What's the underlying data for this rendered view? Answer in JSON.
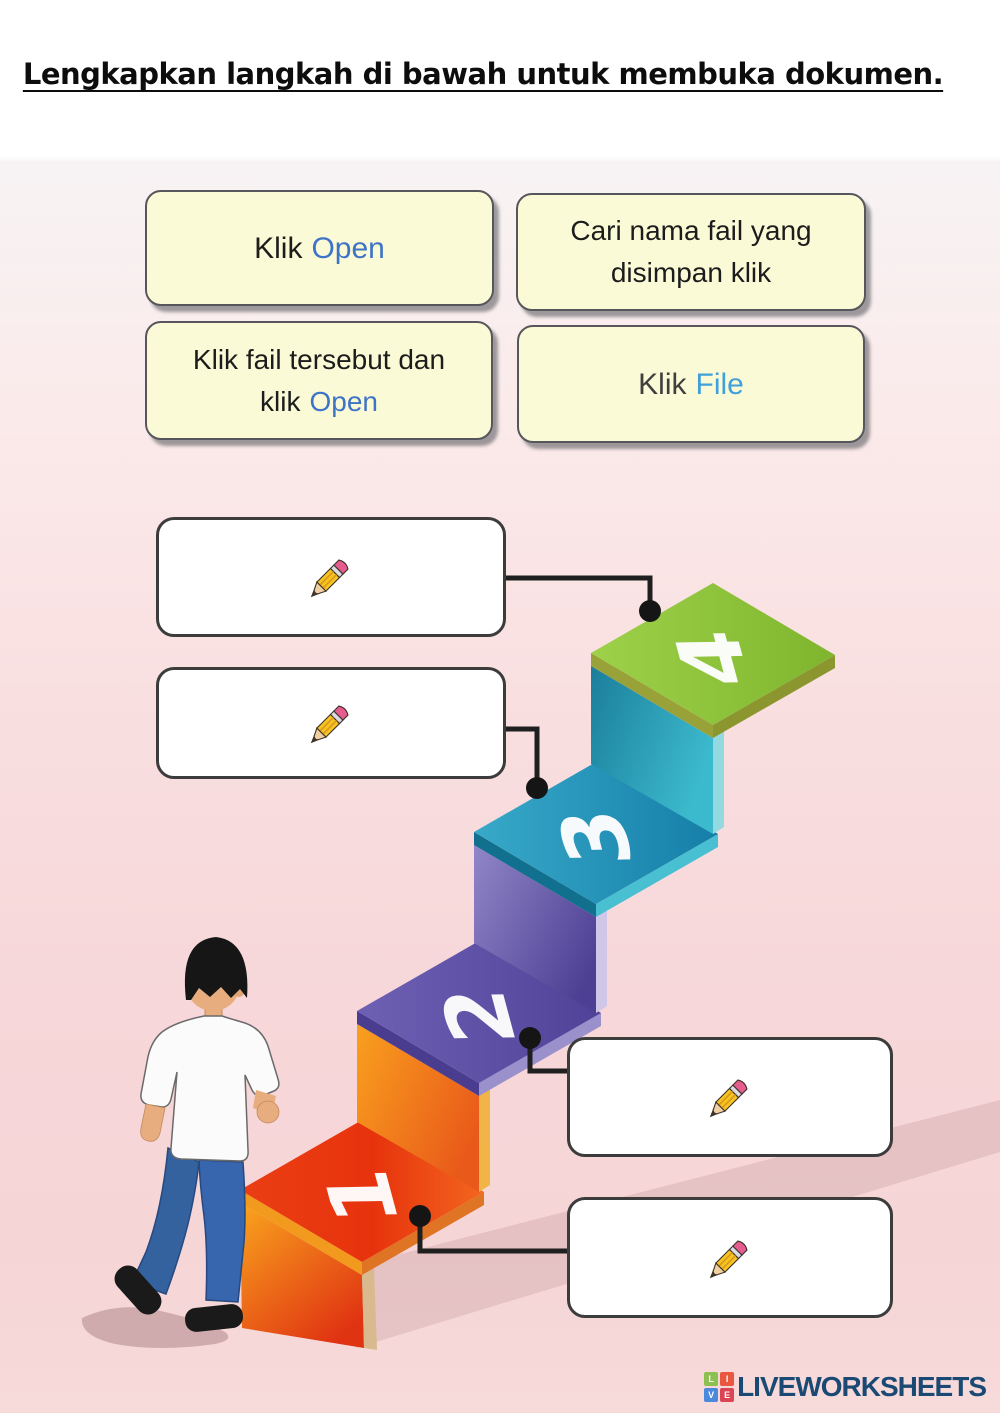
{
  "title": {
    "text": "Lengkapkan langkah di bawah untuk membuka dokumen."
  },
  "cards": {
    "bg_color": "#FAFAD6",
    "card1": {
      "prefix": "Klik",
      "highlight": "Open",
      "highlight_color": "#3E74C6"
    },
    "card2": {
      "line1": "Cari nama fail yang",
      "line2": "disimpan klik"
    },
    "card3": {
      "line1": "Klik fail tersebut dan",
      "prefix2": "klik",
      "highlight": "Open",
      "highlight_color": "#3E74C6"
    },
    "card4": {
      "prefix": "Klik",
      "highlight": "File",
      "highlight_color": "#3FA0DA"
    }
  },
  "answer_boxes": [
    {
      "icon": "pencil-icon",
      "connects_to_step": "4"
    },
    {
      "icon": "pencil-icon",
      "connects_to_step": "3"
    },
    {
      "icon": "pencil-icon",
      "connects_to_step": "2"
    },
    {
      "icon": "pencil-icon",
      "connects_to_step": "1"
    }
  ],
  "stairs": {
    "steps": [
      {
        "number": "1",
        "top_color": "#E8380F",
        "riser_color": "#F9A51E"
      },
      {
        "number": "2",
        "top_color": "#5B4EA0",
        "riser_color": "#F9A01E"
      },
      {
        "number": "3",
        "top_color": "#1F93BC",
        "riser_color": "#9186C8"
      },
      {
        "number": "4",
        "top_color": "#8DC63F",
        "riser_color": "#1B7E9B"
      }
    ],
    "number_color": "#FFFFFF",
    "connector_color": "#1F1F1F",
    "illustration": "boy-walking-up-stairs-illustration"
  },
  "footer": {
    "brand": "LIVEWORKSHEETS",
    "brand_color": "#1A4A74",
    "blocks": [
      {
        "letter": "L",
        "color": "#8CC152"
      },
      {
        "letter": "I",
        "color": "#E9573F"
      },
      {
        "letter": "V",
        "color": "#4A89DC"
      },
      {
        "letter": "E",
        "color": "#DA4453"
      }
    ]
  }
}
